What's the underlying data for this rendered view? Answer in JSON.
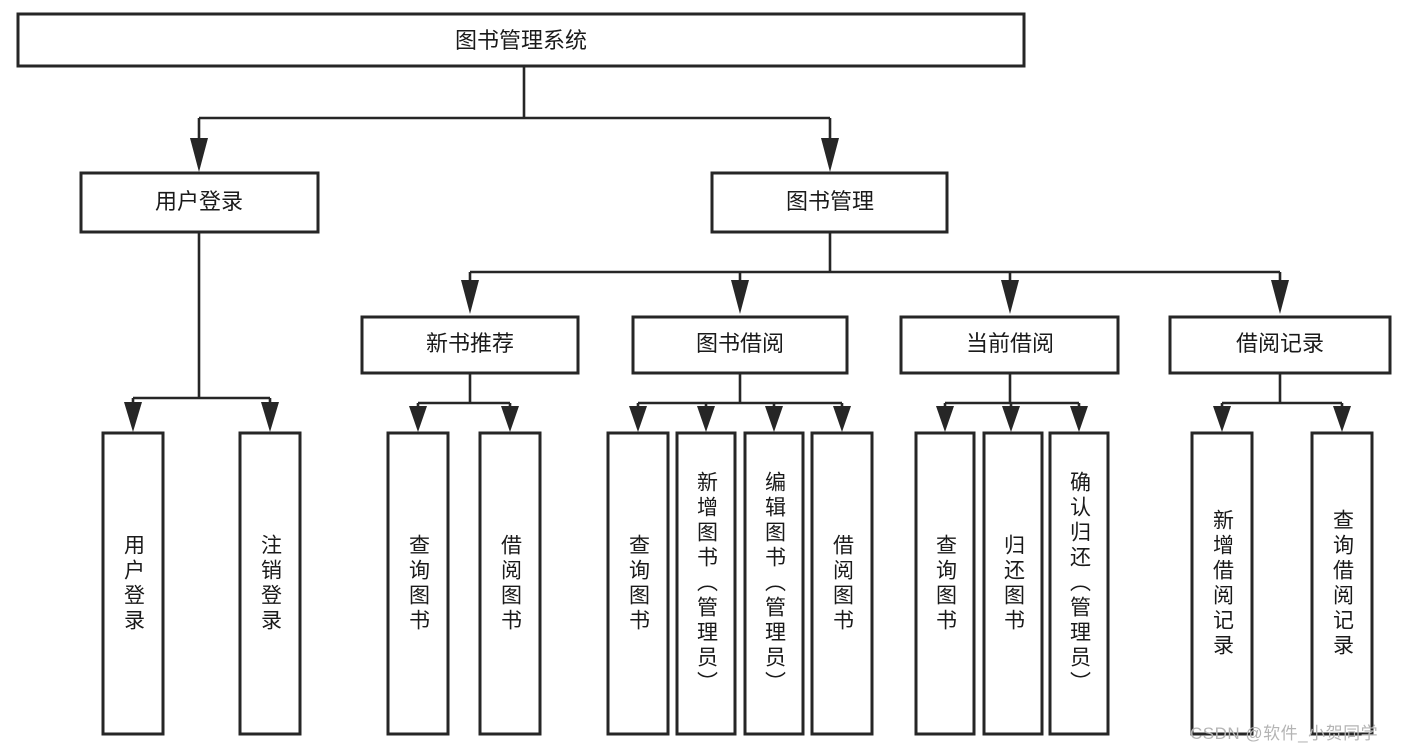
{
  "diagram": {
    "title": "图书管理系统",
    "type": "hierarchy-tree",
    "root": {
      "id": "root",
      "label": "图书管理系统",
      "orientation": "horizontal"
    },
    "level2": [
      {
        "id": "user-login",
        "label": "用户登录",
        "orientation": "horizontal"
      },
      {
        "id": "book-management",
        "label": "图书管理",
        "orientation": "horizontal"
      }
    ],
    "level3": [
      {
        "id": "new-book-recommend",
        "label": "新书推荐",
        "orientation": "horizontal",
        "parent": "book-management"
      },
      {
        "id": "book-borrow",
        "label": "图书借阅",
        "orientation": "horizontal",
        "parent": "book-management"
      },
      {
        "id": "current-borrow",
        "label": "当前借阅",
        "orientation": "horizontal",
        "parent": "book-management"
      },
      {
        "id": "borrow-record",
        "label": "借阅记录",
        "orientation": "horizontal",
        "parent": "book-management"
      }
    ],
    "leaves": [
      {
        "id": "leaf-user-login",
        "label": "用户登录",
        "parent": "user-login",
        "orientation": "vertical"
      },
      {
        "id": "leaf-logout-login",
        "label": "注销登录",
        "parent": "user-login",
        "orientation": "vertical"
      },
      {
        "id": "leaf-query-book-1",
        "label": "查询图书",
        "parent": "new-book-recommend",
        "orientation": "vertical"
      },
      {
        "id": "leaf-borrow-book-1",
        "label": "借阅图书",
        "parent": "new-book-recommend",
        "orientation": "vertical"
      },
      {
        "id": "leaf-query-book-2",
        "label": "查询图书",
        "parent": "book-borrow",
        "orientation": "vertical"
      },
      {
        "id": "leaf-add-book",
        "label": "新增图书（管理员）",
        "parent": "book-borrow",
        "orientation": "vertical"
      },
      {
        "id": "leaf-edit-book",
        "label": "编辑图书（管理员）",
        "parent": "book-borrow",
        "orientation": "vertical"
      },
      {
        "id": "leaf-borrow-book-2",
        "label": "借阅图书",
        "parent": "book-borrow",
        "orientation": "vertical"
      },
      {
        "id": "leaf-query-book-3",
        "label": "查询图书",
        "parent": "current-borrow",
        "orientation": "vertical"
      },
      {
        "id": "leaf-return-book",
        "label": "归还图书",
        "parent": "current-borrow",
        "orientation": "vertical"
      },
      {
        "id": "leaf-confirm-return",
        "label": "确认归还（管理员）",
        "parent": "current-borrow",
        "orientation": "vertical"
      },
      {
        "id": "leaf-add-record",
        "label": "新增借阅记录",
        "parent": "borrow-record",
        "orientation": "vertical"
      },
      {
        "id": "leaf-query-record",
        "label": "查询借阅记录",
        "parent": "borrow-record",
        "orientation": "vertical"
      }
    ],
    "watermark": "CSDN @软件_小贺同学",
    "colors": {
      "stroke": "#262626",
      "fill": "#ffffff",
      "text": "#1a1a1a",
      "watermark": "#b4b4b4",
      "background": "#ffffff"
    }
  }
}
